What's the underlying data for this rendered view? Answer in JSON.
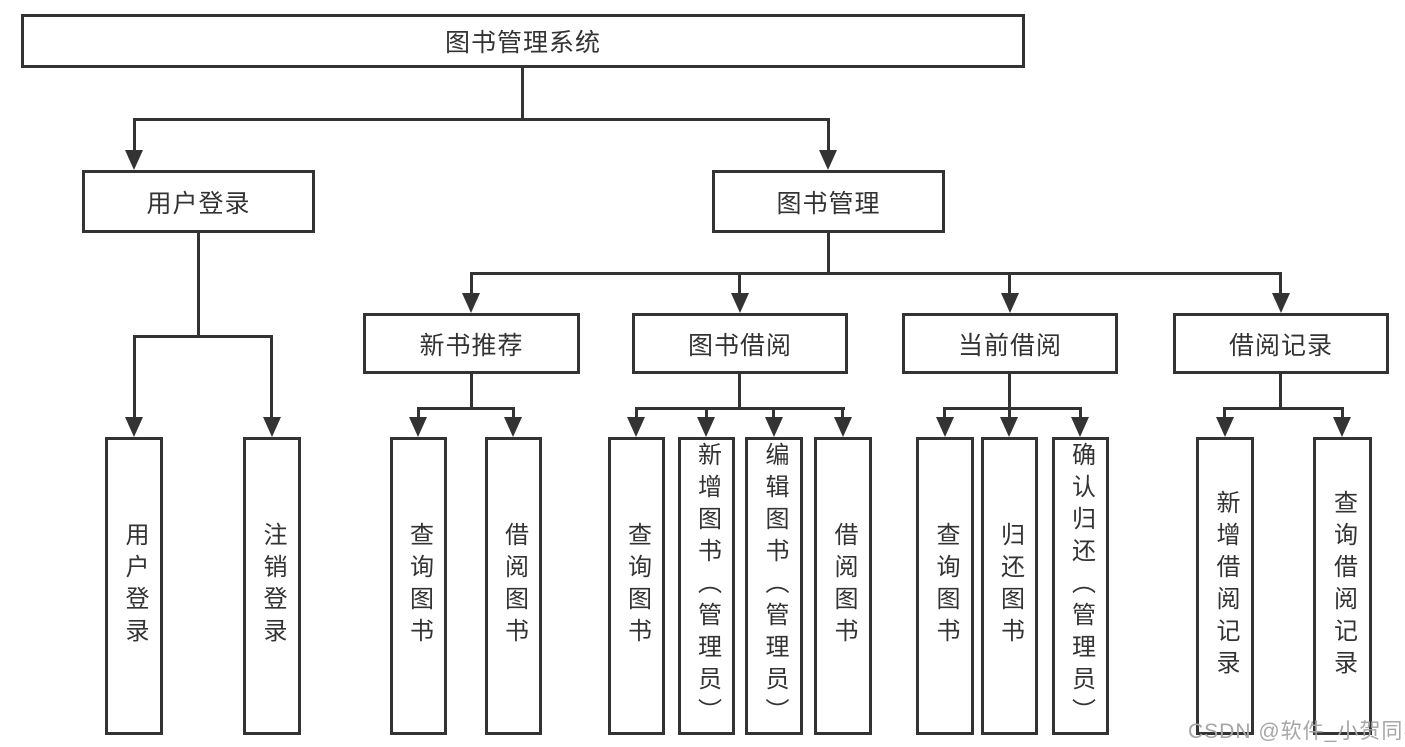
{
  "colors": {
    "line": "#333333",
    "text": "#333333",
    "background": "#ffffff",
    "watermark": "#a6a6a6"
  },
  "watermark": {
    "text": "CSDN @软件_小贺同学"
  },
  "tree": {
    "label": "图书管理系统",
    "children": [
      {
        "label": "用户登录",
        "children": [
          {
            "label": "用户登录"
          },
          {
            "label": "注销登录"
          }
        ]
      },
      {
        "label": "图书管理",
        "children": [
          {
            "label": "新书推荐",
            "children": [
              {
                "label": "查询图书"
              },
              {
                "label": "借阅图书"
              }
            ]
          },
          {
            "label": "图书借阅",
            "children": [
              {
                "label": "查询图书"
              },
              {
                "label": "新增图书（管理员）"
              },
              {
                "label": "编辑图书（管理员）"
              },
              {
                "label": "借阅图书"
              }
            ]
          },
          {
            "label": "当前借阅",
            "children": [
              {
                "label": "查询图书"
              },
              {
                "label": "归还图书"
              },
              {
                "label": "确认归还（管理员）"
              }
            ]
          },
          {
            "label": "借阅记录",
            "children": [
              {
                "label": "新增借阅记录"
              },
              {
                "label": "查询借阅记录"
              }
            ]
          }
        ]
      }
    ]
  }
}
